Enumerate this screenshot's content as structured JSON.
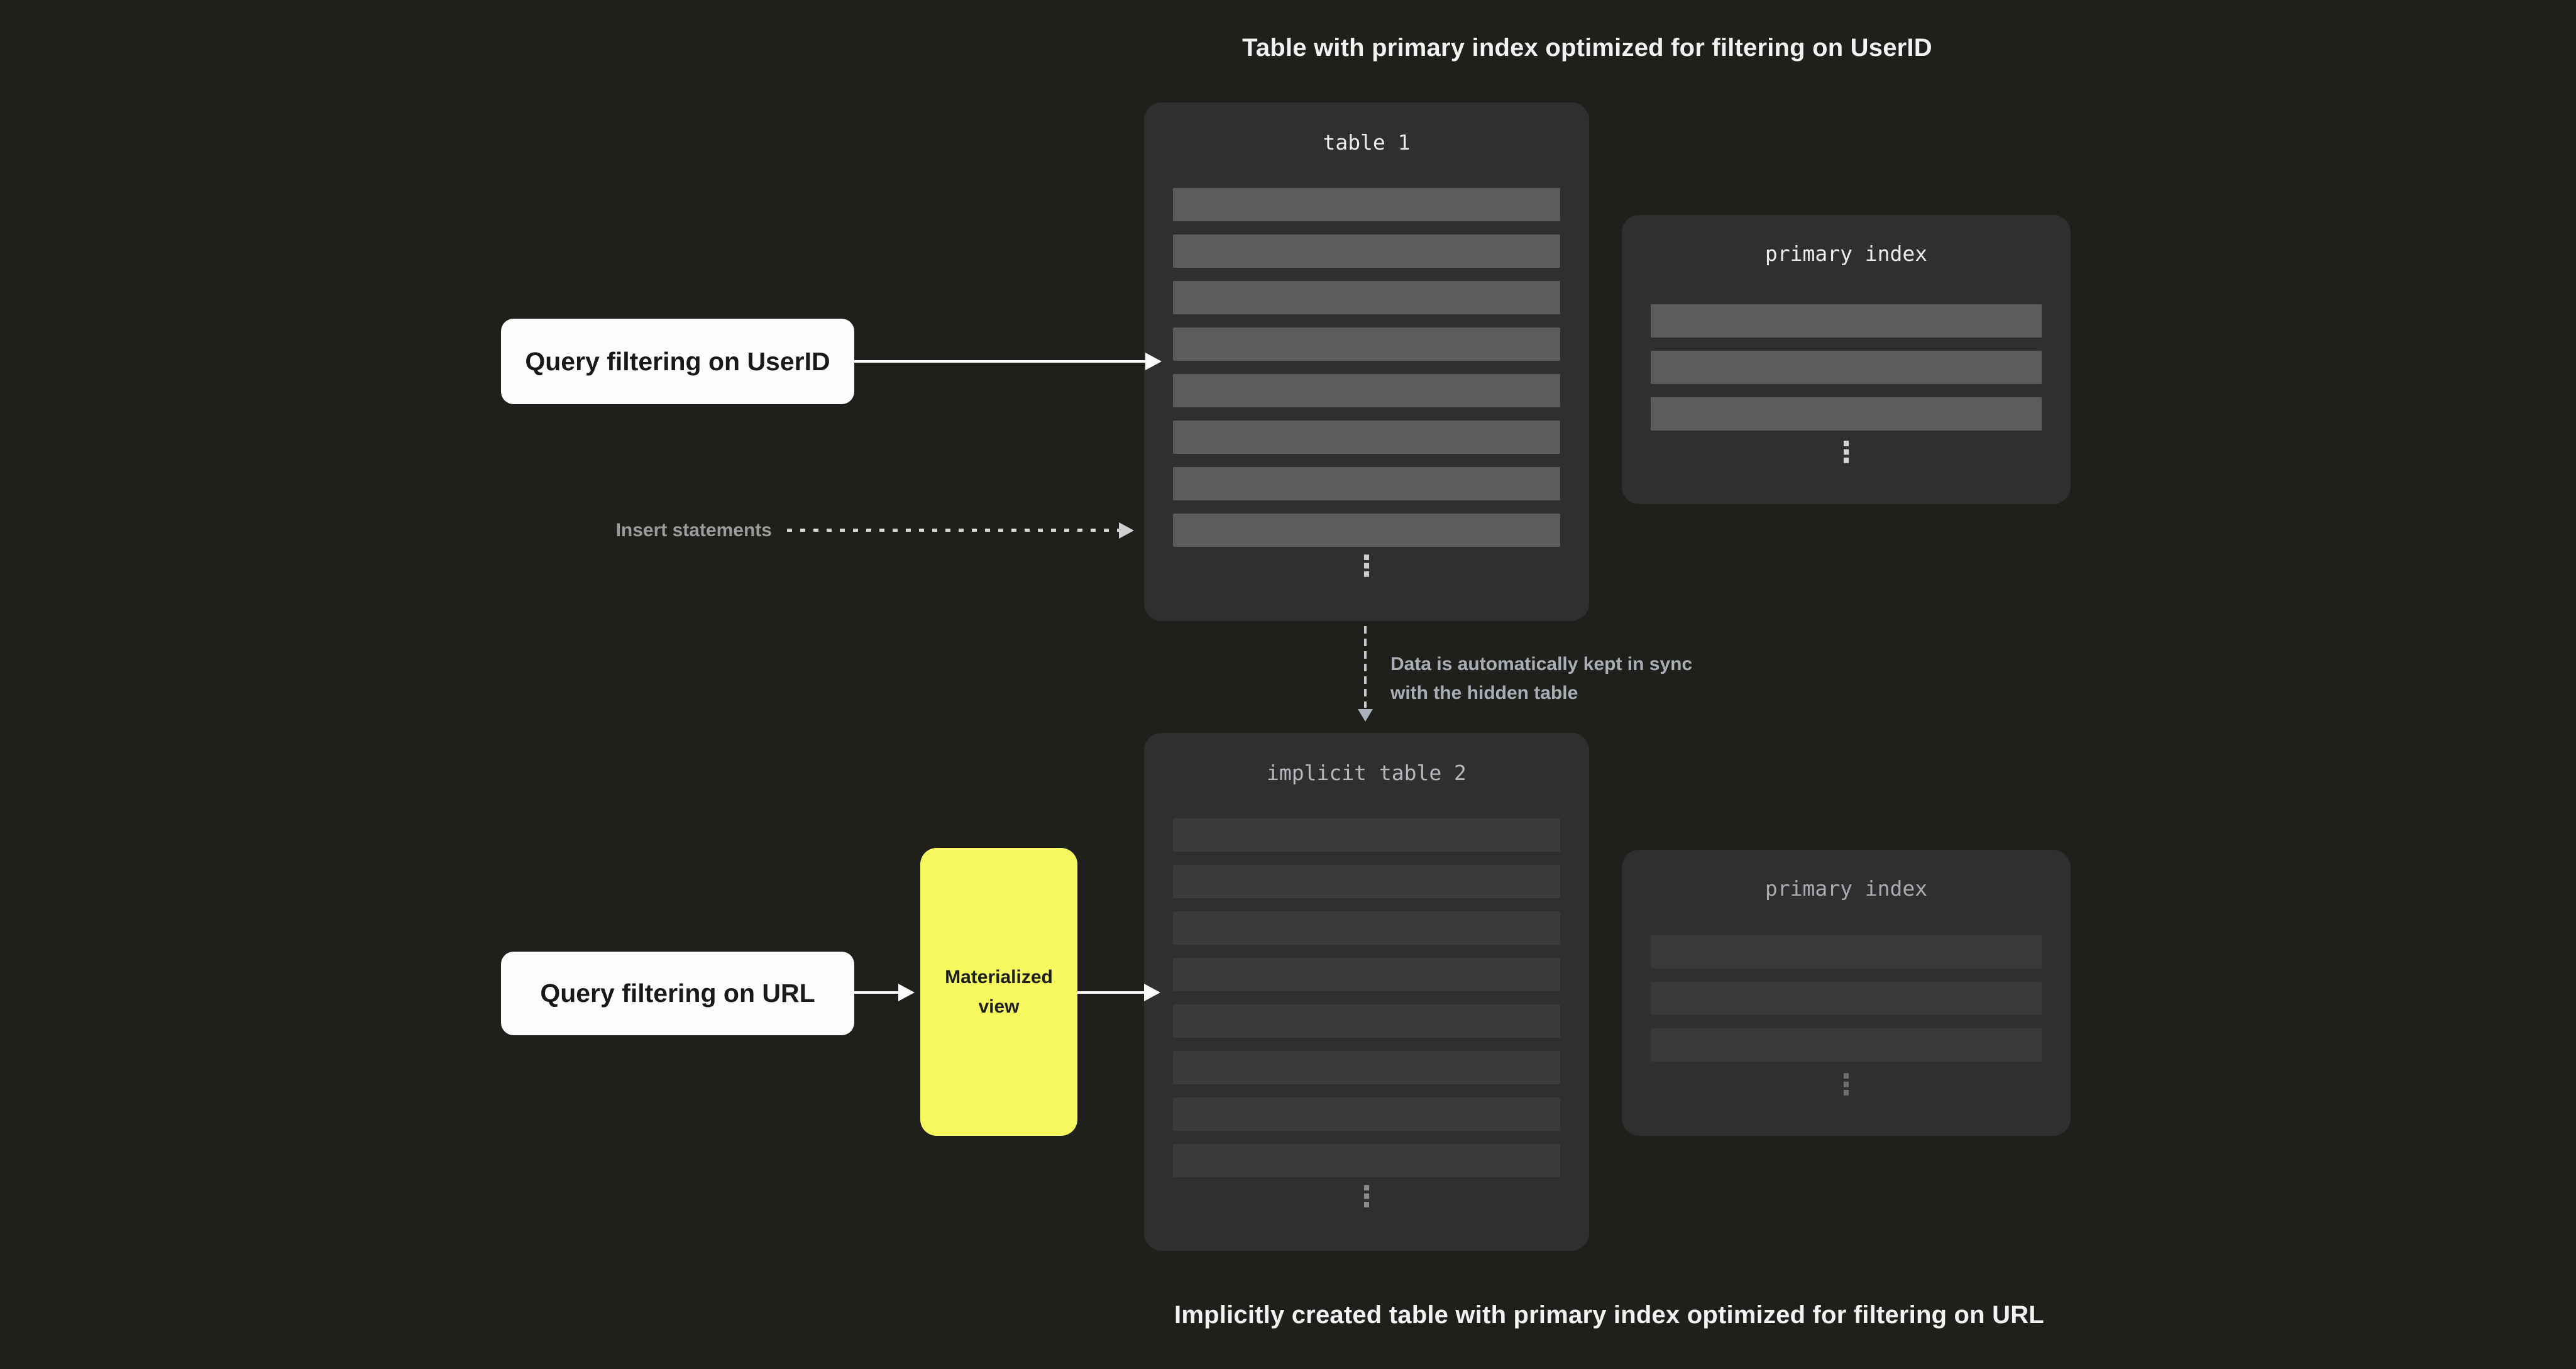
{
  "captions": {
    "top": "Table with primary index optimized for filtering on UserID",
    "bottom": "Implicitly created table with primary index optimized for filtering on URL"
  },
  "table1": {
    "title": "table 1",
    "row_count": 8,
    "ellipsis": "⋮"
  },
  "primary_index_top": {
    "title": "primary index",
    "row_count": 3,
    "ellipsis": "⋮"
  },
  "implicit_table": {
    "title": "implicit table 2",
    "row_count": 8,
    "ellipsis": "⋮"
  },
  "primary_index_bottom": {
    "title": "primary index",
    "row_count": 3,
    "ellipsis": "⋮"
  },
  "labels": {
    "query_userid": "Query filtering on UserID",
    "query_url": "Query filtering on URL",
    "materialized_view": "Materialized view",
    "insert_statements": "Insert statements",
    "sync_line1": "Data is automatically kept in sync",
    "sync_line2": "with the hidden table"
  },
  "colors": {
    "background": "#1f201b",
    "panel": "#2f2f2f",
    "row_bright": "#5c5c5c",
    "row_dim": "#3b3b3b",
    "card_white": "#fcfcfc",
    "accent_yellow": "#f6fa5e",
    "caption_text": "#f2f2f2",
    "muted_text": "#9c9c9c",
    "sync_text": "#a9aeb6",
    "arrow_white": "#fafafa",
    "arrow_gray": "#c7cacd"
  }
}
